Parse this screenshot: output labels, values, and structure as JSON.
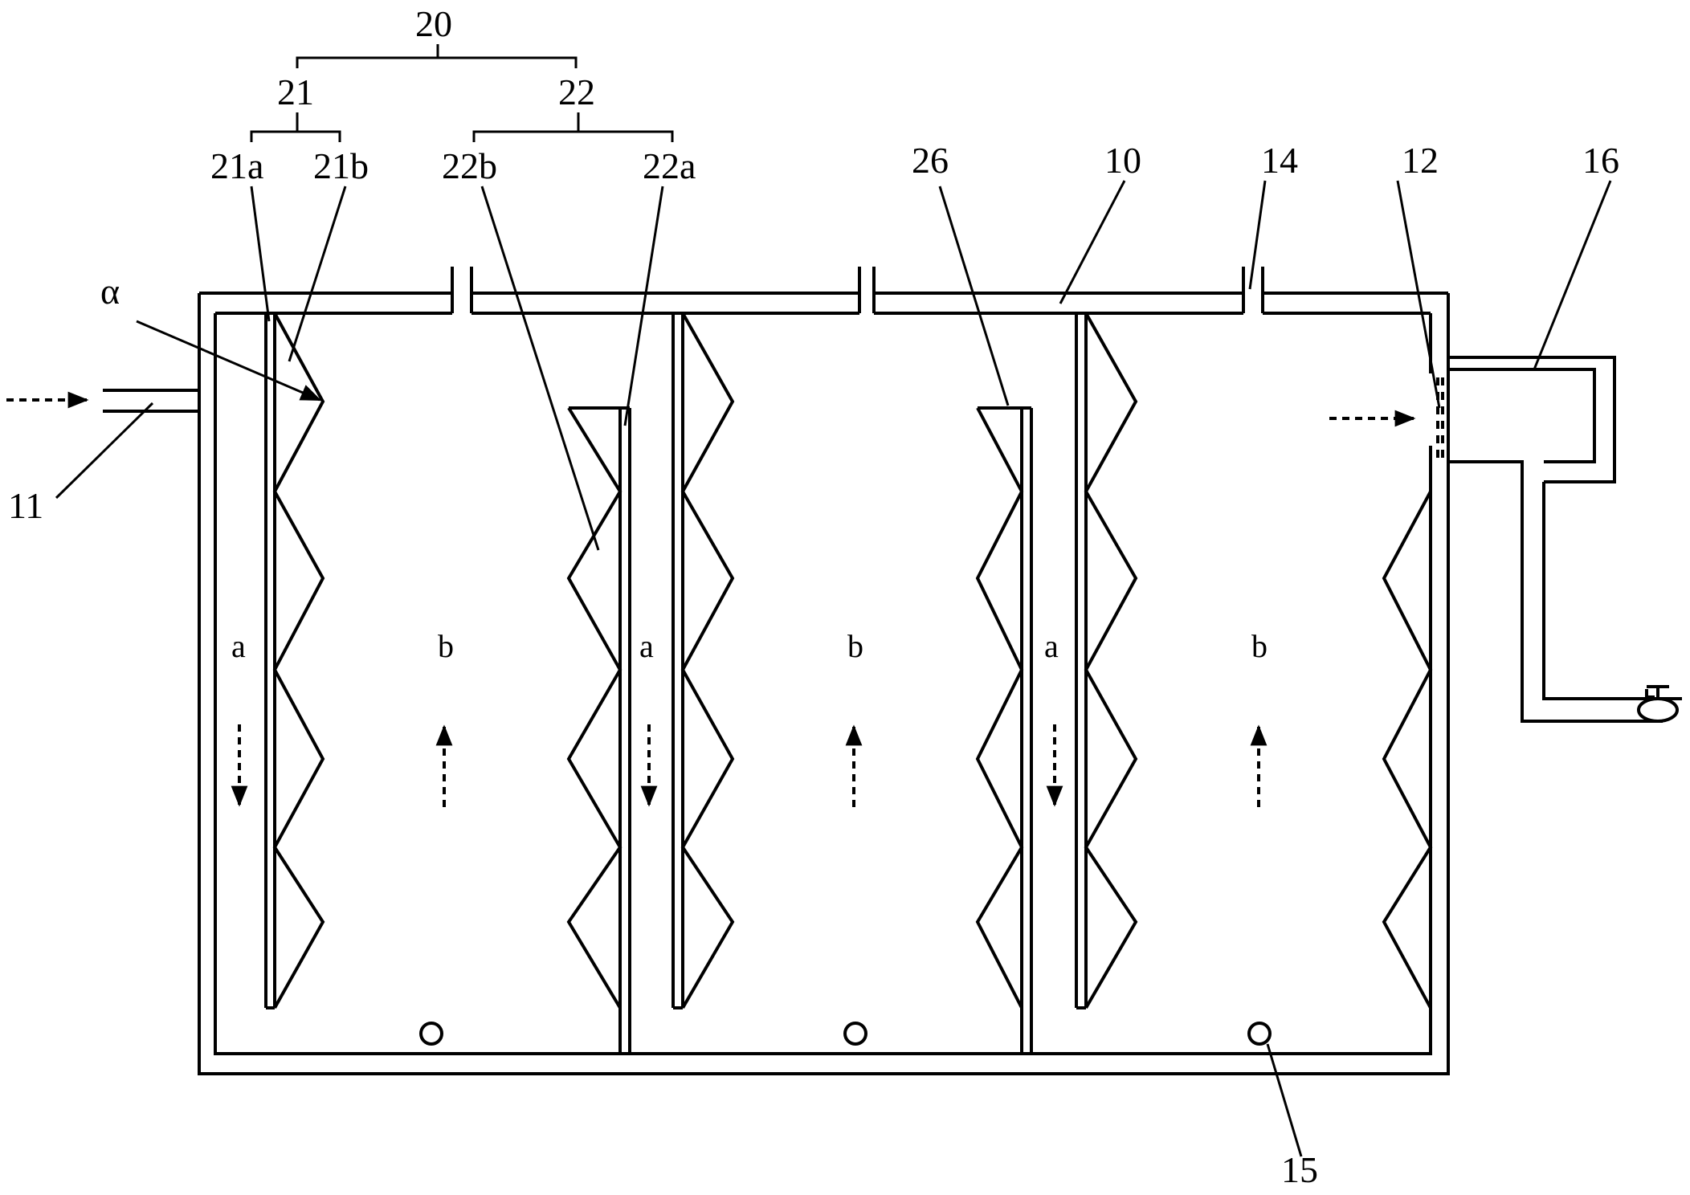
{
  "labels": {
    "l20": "20",
    "l21": "21",
    "l22": "22",
    "l21a": "21a",
    "l21b": "21b",
    "l22b": "22b",
    "l22a": "22a",
    "l26": "26",
    "l10": "10",
    "l14": "14",
    "l12": "12",
    "l16": "16",
    "l11": "11",
    "l15": "15",
    "alpha": "α"
  },
  "zones": {
    "a1": "a",
    "b1": "b",
    "a2": "a",
    "b2": "b",
    "a3": "a",
    "b3": "b"
  },
  "colors": {
    "line": "#000000",
    "background": "#ffffff"
  }
}
